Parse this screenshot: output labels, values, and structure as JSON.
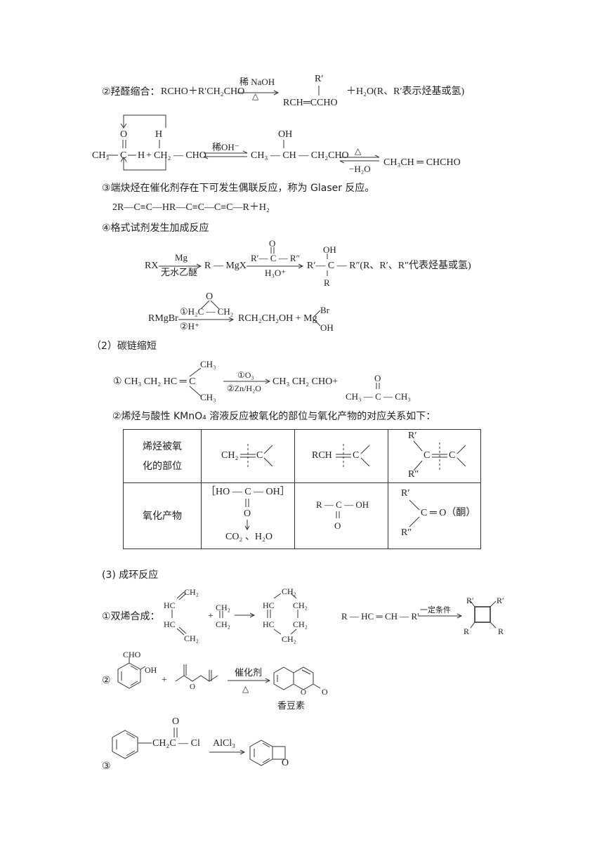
{
  "s2": {
    "label": "②羟醛缩合：",
    "eq": "RCHO＋R′CH₂CHO",
    "cond": "稀 NaOH",
    "heat": "△",
    "prod_top": "R′",
    "prod": "RCH═CCHO",
    "tail": "＋H₂O(R、R′表示烃基或氢)"
  },
  "mech": {
    "O": "O",
    "H": "H",
    "ch3": "CH₃",
    "C": "C",
    "h": "H",
    "plus": "+",
    "ch2cho": "CH₂ — CHO",
    "cond": "稀OH⁻",
    "oh": "OH",
    "mid": "CH₃ — CH — CH₂CHO",
    "heat": "△",
    "minus_water": "−H₂O",
    "prod": "CH₃CH ═ CHCHO"
  },
  "s3": {
    "label": "③端炔烃在催化剂存在下可发生偶联反应，称为 Glaser 反应。",
    "eq": "2R—C≡C—HR—C≡C—C≡C—R＋H₂"
  },
  "s4": {
    "label": "④格式试剂发生加成反应",
    "rx": "RX",
    "mg": "Mg",
    "ether": "无水乙醚",
    "rmgx": "R — MgX",
    "ketone_o": "O",
    "ketone": "R′— C — R″",
    "h3o": "H₃O⁺",
    "prod_oh": "OH",
    "prod": "R′— C — R″(R、R′、R″代表烃基或氢)",
    "prod_r": "R",
    "rmgbr": "RMgBr",
    "ep_o": "O",
    "step1": "①H₂C — CH₂",
    "step2": "②H⁺",
    "prod2": "RCH₂CH₂OH  +  Mg",
    "br": "Br",
    "oh2": "OH"
  },
  "s5": {
    "label": "（2）碳链缩短",
    "ch3a": "CH₃",
    "left": "① CH₃ CH₂ HC ═ C",
    "ch3b": "CH₃",
    "o3": "①O₃",
    "zn": "②Zn/H₂O",
    "prod": "CH₃ CH₂ CHO+",
    "o": "O",
    "acetone": "CH₃ — C — CH₃"
  },
  "s6": {
    "label": "②烯烃与酸性 KMnO₄ 溶液反应被氧化的部位与氧化产物的对应关系如下：",
    "h1a": "烯烃被氧",
    "h1b": "化的部位",
    "c1": "CH₂",
    "c1c": "C",
    "c2": "RCH",
    "c2c": "C",
    "c3r1": "R′",
    "c3c1": "C",
    "c3c2": "C",
    "c3r2": "R″",
    "h2": "氧化产物",
    "p1": "［HO — C — OH］",
    "p1o": "O",
    "p1b": "CO₂ 、H₂O",
    "p2": "R — C — OH",
    "p2o": "O",
    "p3r1": "R′",
    "p3": "C ═ O（酮）",
    "p3r2": "R″"
  },
  "s7": {
    "label": "(3) 成环反应",
    "sub1": "①双烯合成：",
    "ch2a": "CH₂",
    "hc1": "HC",
    "hc2": "HC",
    "ch2b": "CH₂",
    "plus": "+",
    "ch2c": "CH₂",
    "ch2d": "CH₂",
    "r_ch2a": "CH₂",
    "r_hc1": "HC",
    "r_ch2b": "CH₂",
    "r_hc2": "HC",
    "r_ch2c": "CH₂",
    "r_ch2d": "CH₂",
    "eq2": "R — HC ═ CH — R′",
    "cond2": "一定条件",
    "cb_r1": "R′",
    "cb_r2": "R′",
    "cb_r3": "R",
    "cb_r4": "R",
    "sub2": "②",
    "cho": "CHO",
    "oh": "OH",
    "plus2": "+",
    "o_ring": "O",
    "cat": "催化剂",
    "heat": "△",
    "o1": "O",
    "o2": "O",
    "coumarin": "香豆素",
    "sub3": "③",
    "co": "O",
    "ch2ccl": "CH₂C — Cl",
    "alcl3": "AlCl₃",
    "ko": "O"
  }
}
